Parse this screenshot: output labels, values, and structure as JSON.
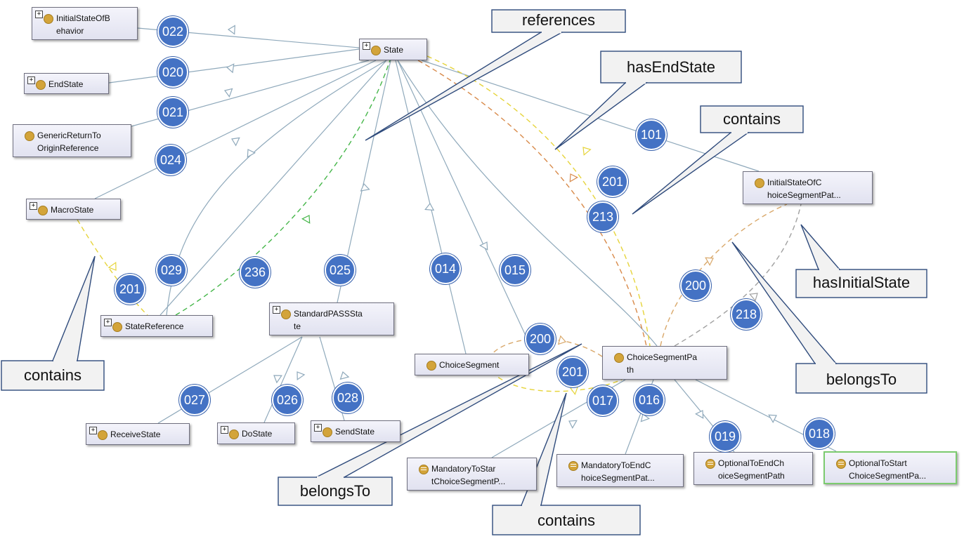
{
  "nodes": {
    "initial_state_of_behavior": {
      "label": "InitialStateOfB\nehavior"
    },
    "end_state": {
      "label": "EndState"
    },
    "generic_return": {
      "label": "GenericReturnTo\nOriginReference"
    },
    "macro_state": {
      "label": "MacroState"
    },
    "state": {
      "label": "State"
    },
    "state_reference": {
      "label": "StateReference"
    },
    "standard_pass_state": {
      "label": "StandardPASSSta\nte"
    },
    "receive_state": {
      "label": "ReceiveState"
    },
    "do_state": {
      "label": "DoState"
    },
    "send_state": {
      "label": "SendState"
    },
    "choice_segment": {
      "label": "ChoiceSegment"
    },
    "choice_segment_path": {
      "label": "ChoiceSegmentPa\nth"
    },
    "initial_state_of_csp": {
      "label": "InitialStateOfC\nhoiceSegmentPat..."
    },
    "mandatory_to_start": {
      "label": "MandatoryToStar\ntChoiceSegmentP..."
    },
    "mandatory_to_end": {
      "label": "MandatoryToEndC\nhoiceSegmentPat..."
    },
    "optional_to_end": {
      "label": "OptionalToEndCh\noiceSegmentPath"
    },
    "optional_to_start": {
      "label": "OptionalToStart\nChoiceSegmentPa..."
    }
  },
  "badges": {
    "b022": "022",
    "b020": "020",
    "b021": "021",
    "b024": "024",
    "b029": "029",
    "b236": "236",
    "b201a": "201",
    "b025": "025",
    "b014": "014",
    "b015": "015",
    "b101": "101",
    "b201b": "201",
    "b213": "213",
    "b200a": "200",
    "b218": "218",
    "b200b": "200",
    "b201c": "201",
    "b017": "017",
    "b016": "016",
    "b019": "019",
    "b018": "018",
    "b027": "027",
    "b026": "026",
    "b028": "028"
  },
  "callouts": {
    "references": "references",
    "has_end_state": "hasEndState",
    "contains_top": "contains",
    "has_initial_state": "hasInitialState",
    "belongs_to_right": "belongsTo",
    "contains_left": "contains",
    "belongs_to_bottom": "belongsTo",
    "contains_bottom": "contains"
  },
  "colors": {
    "subclass_edge": "#8fa9bb",
    "badge": "#4472c4",
    "references_edge": "#45b649",
    "has_end_state_edge": "#d88a4a",
    "contains_edge": "#e6d43a",
    "belongs_to_edge": "#d9a86a",
    "has_initial_state_edge": "#a0a0a0"
  }
}
